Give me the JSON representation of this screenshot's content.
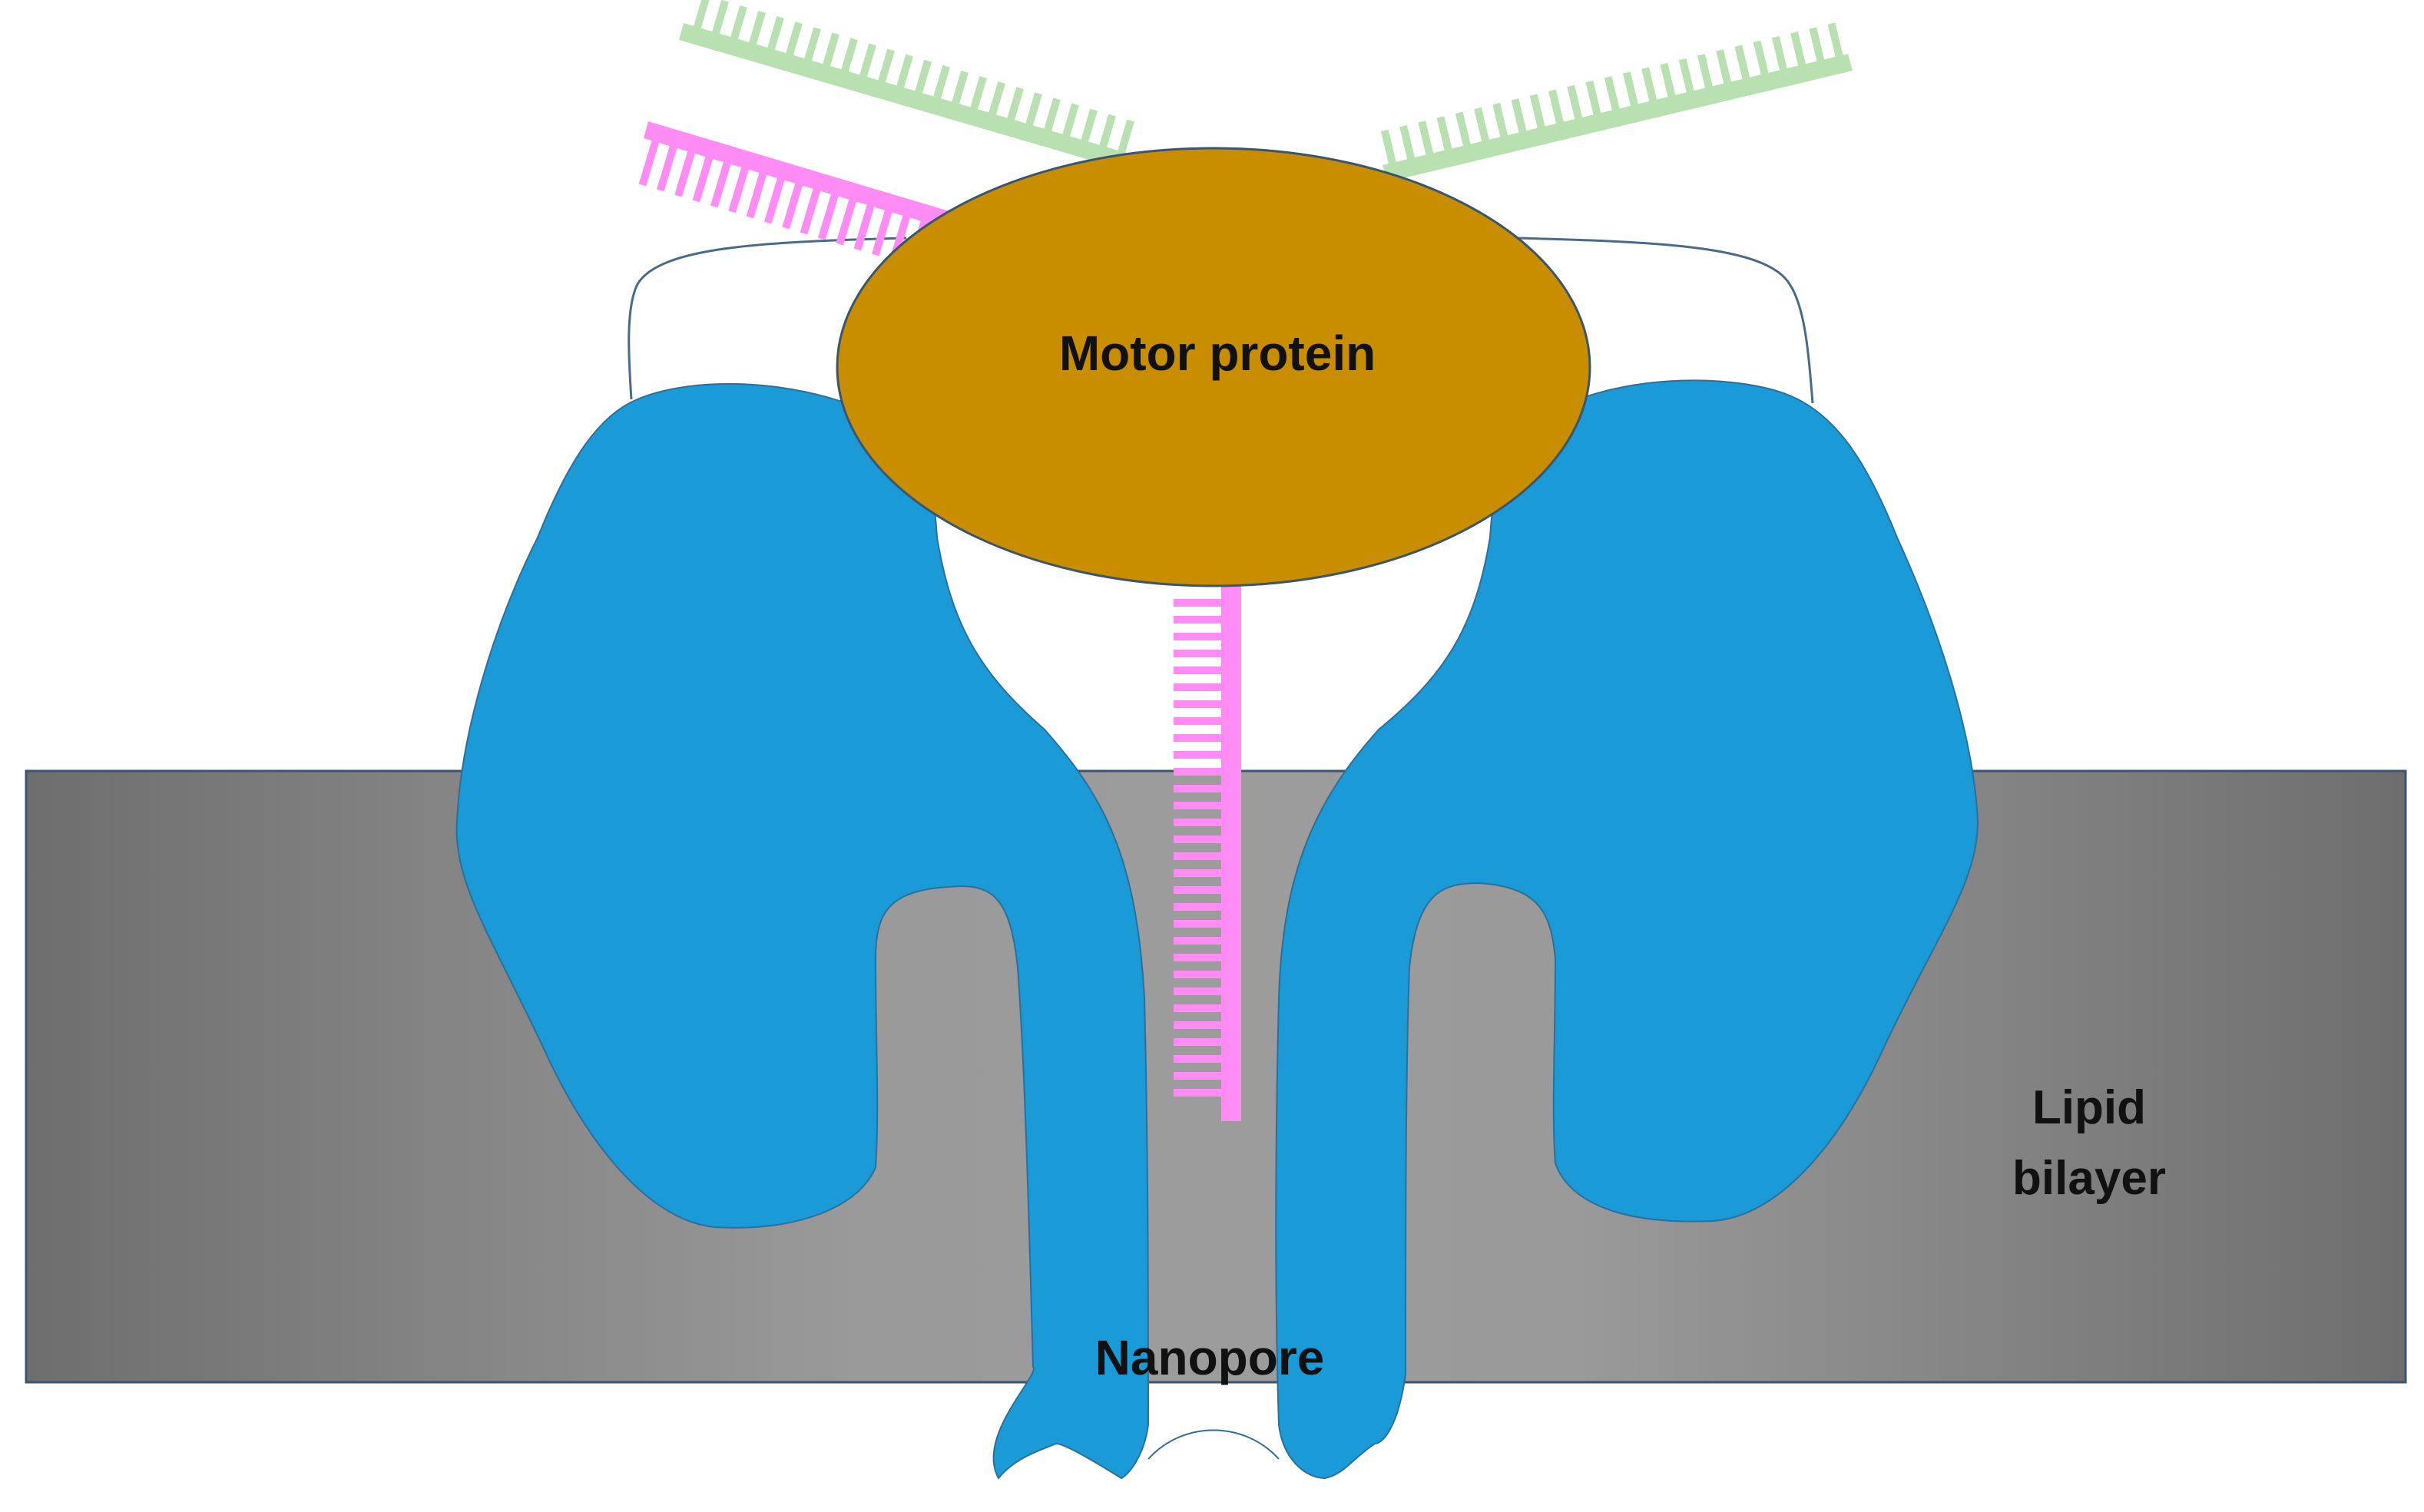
{
  "labels": {
    "motor_protein": "Motor protein",
    "nanopore": "Nanopore",
    "lipid_line1": "Lipid",
    "lipid_line2": "bilayer"
  },
  "colors": {
    "lipid_dark": "#6e6e6e",
    "lipid_light": "#999999",
    "nanopore_blue": "#1a9ad6",
    "motor_protein": "#c98e00",
    "dna_strand_green": "#b8e0b0",
    "dna_strand_pink": "#ff8cf4",
    "tether_line": "#4a6a8a"
  },
  "icons": {
    "strand_green_left": "dna-strand",
    "strand_pink_left": "dna-strand",
    "strand_green_right": "dna-strand",
    "strand_pink_pore": "dna-strand"
  }
}
